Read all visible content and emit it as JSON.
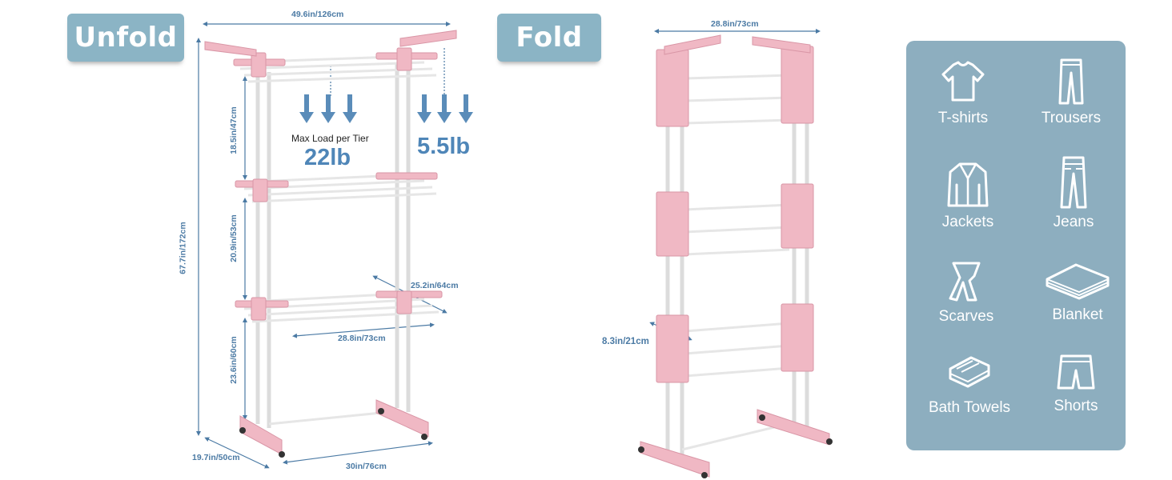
{
  "tags": {
    "unfold": "Unfold",
    "fold": "Fold"
  },
  "unfold_dims": {
    "total_width": "49.6in/126cm",
    "total_height": "67.7in/172cm",
    "tier1": "18.5in/47cm",
    "tier2": "20.9in/53cm",
    "tier3": "23.6in/60cm",
    "wing_width": "25.2in/64cm",
    "shelf_width": "28.8in/73cm",
    "base_depth": "19.7in/50cm",
    "base_width": "30in/76cm"
  },
  "load": {
    "label": "Max Load per Tier",
    "main": "22lb",
    "wing": "5.5lb"
  },
  "fold_dims": {
    "width": "28.8in/73cm",
    "depth": "8.3in/21cm"
  },
  "items": [
    {
      "label": "T-shirts",
      "icon": "tshirt-icon"
    },
    {
      "label": "Trousers",
      "icon": "trousers-icon"
    },
    {
      "label": "Jackets",
      "icon": "jacket-icon"
    },
    {
      "label": "Jeans",
      "icon": "jeans-icon"
    },
    {
      "label": "Scarves",
      "icon": "scarf-icon"
    },
    {
      "label": "Blanket",
      "icon": "blanket-icon"
    },
    {
      "label": "Bath Towels",
      "icon": "towels-icon"
    },
    {
      "label": "Shorts",
      "icon": "shorts-icon"
    }
  ],
  "colors": {
    "tag": "#8bb4c5",
    "panel": "#8daebf",
    "pink": "#f0b8c4",
    "dim": "#4b7aa4",
    "load": "#4f86b8"
  }
}
